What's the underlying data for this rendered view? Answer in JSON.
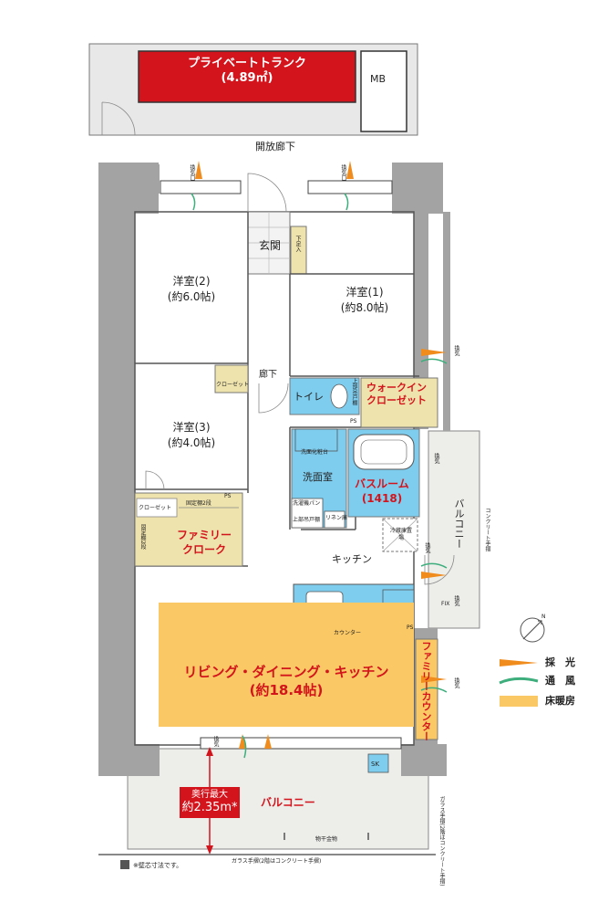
{
  "trunk": {
    "label": "プライベートトランク",
    "area": "(4.89㎡)"
  },
  "mb": "MB",
  "corridor": "開放廊下",
  "rooms": {
    "room2": {
      "name": "洋室(2)",
      "size": "(約6.0帖)"
    },
    "room1": {
      "name": "洋室(1)",
      "size": "(約8.0帖)"
    },
    "room3": {
      "name": "洋室(3)",
      "size": "(約4.0帖)"
    },
    "entrance": "玄関",
    "shoe_box": "下足入",
    "hallway": "廊下",
    "closet": "クローゼット",
    "closet2": "クローゼット",
    "toilet": "トイレ",
    "toilet_storage": "上部吊戸棚",
    "walkin_1": "ウォークイン",
    "walkin_2": "クローゼット",
    "vanity": "洗面化粧台",
    "washroom": "洗面室",
    "bathroom_1": "バスルーム",
    "bathroom_2": "(1418)",
    "washer": "洗濯機パン",
    "upper_shelf": "上部吊戸棚",
    "linen": "リネン庫",
    "ps1": "PS",
    "ps2": "PS",
    "ps3": "PS",
    "fixed_shelf": "固定棚2段",
    "fixed_shelf_v": "固定棚2段",
    "family_cloak_1": "ファミリー",
    "family_cloak_2": "クローク",
    "fridge": "冷蔵庫置場",
    "kitchen": "キッチン",
    "counter": "カウンター",
    "family_counter": "ファミリーカウンター",
    "ldk_1": "リビング・ダイニング・キッチン",
    "ldk_2": "(約18.4帖)",
    "balcony_side": "バルコニー",
    "concrete_rail": "コンクリート手摺",
    "balcony_main": "バルコニー",
    "laundry": "物干金物",
    "sk": "SK",
    "depth_1": "奥行最大",
    "depth_2": "約2.35m",
    "depth_mark": "*",
    "glass_rail": "ガラス手摺(2階はコンクリート手摺)",
    "glass_rail_side": "ガラス手摺(2階はコンクリート手摺)",
    "note": "※壁芯寸法です。",
    "vent1": "換気",
    "vent2": "換気",
    "vent3": "換気",
    "vent4": "換気",
    "vent5": "換気",
    "vent6": "換気",
    "fix": "FIX",
    "ceiling_vent1": "換気口",
    "ceiling_vent2": "換気口"
  },
  "legend": {
    "light": "採　光",
    "wind": "通　風",
    "floor_heat": "床暖房"
  },
  "compass": "N",
  "colors": {
    "trunk_red": "#d4141c",
    "ldk_orange": "#fac864",
    "bath_blue": "#7fcdee",
    "closet_beige": "#efe3ad",
    "wall_gray": "#a3a3a3",
    "balcony_gray": "#ededea",
    "light_orange": "#f08c1e",
    "wind_green": "#3eae7d"
  }
}
